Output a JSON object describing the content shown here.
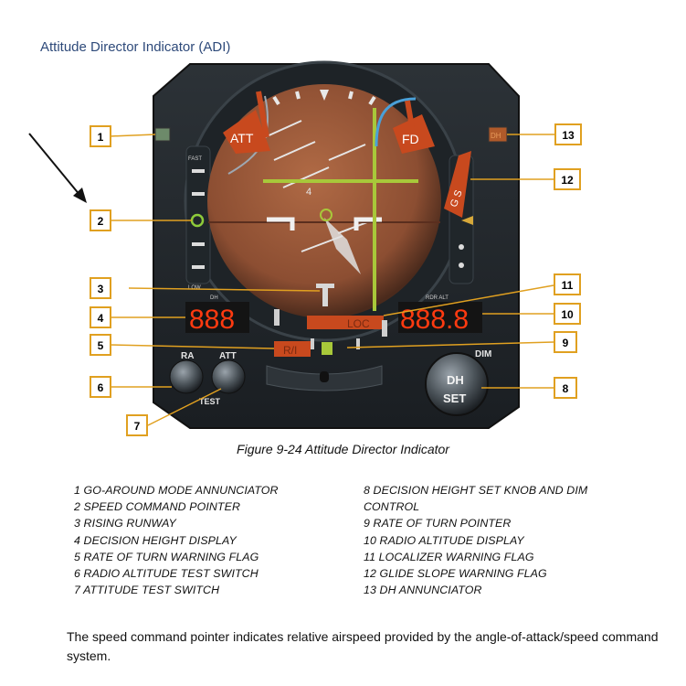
{
  "heading": "Attitude Director Indicator (ADI)",
  "caption": "Figure 9-24 Attitude Director Indicator",
  "figure_text": {
    "att_flag": "ATT",
    "fd_flag": "FD",
    "gs_flag": "G S",
    "loc_flag": "LOC",
    "ri_flag": "R/I",
    "dh_light": "DH",
    "dh_display": "888",
    "dh_label": "DH",
    "ra_display": "888.8",
    "ra_label": "RDR ALT",
    "fast_label": "FAST",
    "slow_label": "LOW",
    "ra_switch": "RA",
    "att_switch": "ATT",
    "test_label": "TEST",
    "dim_label": "DIM",
    "dh_knob_1": "DH",
    "dh_knob_2": "SET",
    "pitch_mark": "4"
  },
  "callouts": [
    "1",
    "2",
    "3",
    "4",
    "5",
    "6",
    "7",
    "8",
    "9",
    "10",
    "11",
    "12",
    "13"
  ],
  "legend_left": [
    "1 GO-AROUND MODE ANNUNCIATOR",
    "2 SPEED COMMAND POINTER",
    "3 RISING RUNWAY",
    "4 DECISION HEIGHT DISPLAY",
    "5 RATE OF TURN WARNING FLAG",
    "6 RADIO ALTITUDE TEST SWITCH",
    "7 ATTITUDE TEST SWITCH"
  ],
  "legend_right": [
    "8 DECISION HEIGHT SET KNOB AND DIM",
    "CONTROL",
    "9 RATE OF TURN POINTER",
    "10 RADIO ALTITUDE DISPLAY",
    "11 LOCALIZER WARNING FLAG",
    "12 GLIDE SLOPE WARNING FLAG",
    "13 DH ANNUNCIATOR"
  ],
  "paragraph": "The speed command pointer indicates relative airspeed provided by the angle-of-attack/speed command system.",
  "colors": {
    "heading": "#2e4a7a",
    "callout_border": "#e0a020",
    "bezel": "#24292e",
    "sphere": "#9a5a3a",
    "flag": "#c8491e",
    "steering_bar": "#a8c83a",
    "segment": "#ff3a10"
  }
}
